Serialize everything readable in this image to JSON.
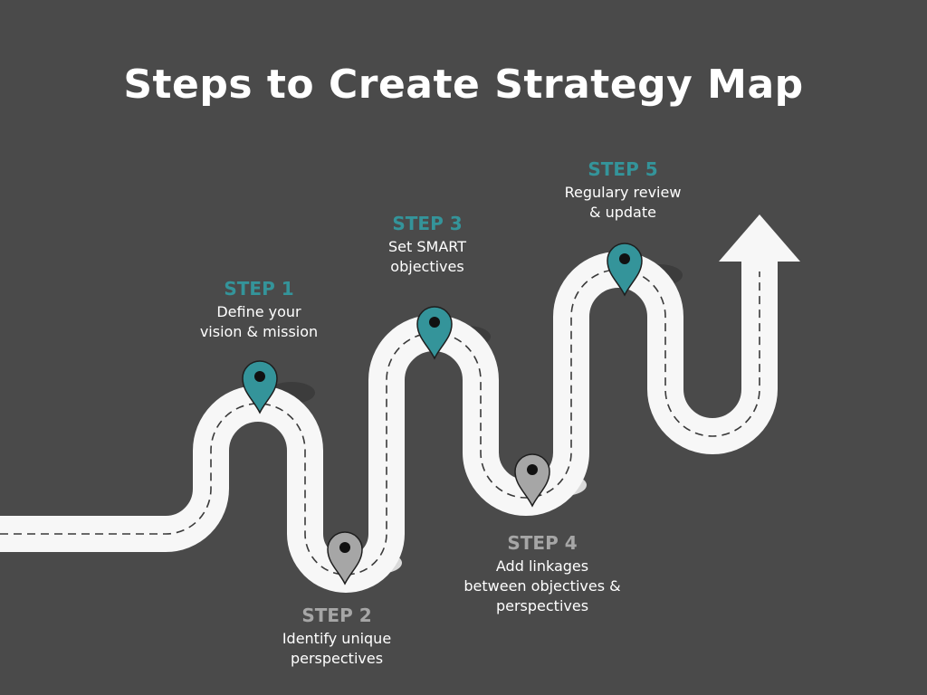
{
  "title": "Steps to Create Strategy Map",
  "colors": {
    "background": "#4a4a4a",
    "road": "#f7f7f7",
    "teal": "#34949a",
    "gray": "#a6a6a6",
    "text": "#ffffff"
  },
  "steps": [
    {
      "label": "STEP 1",
      "description": "Define your\nvision & mission",
      "color": "teal"
    },
    {
      "label": "STEP 2",
      "description": "Identify unique\nperspectives",
      "color": "gray"
    },
    {
      "label": "STEP 3",
      "description": "Set SMART\nobjectives",
      "color": "teal"
    },
    {
      "label": "STEP 4",
      "description": "Add linkages\nbetween objectives &\nperspectives",
      "color": "gray"
    },
    {
      "label": "STEP 5",
      "description": "Regulary review\n& update",
      "color": "teal"
    }
  ],
  "icons": {
    "pin": "map-pin-icon",
    "arrow": "arrow-up-icon"
  }
}
